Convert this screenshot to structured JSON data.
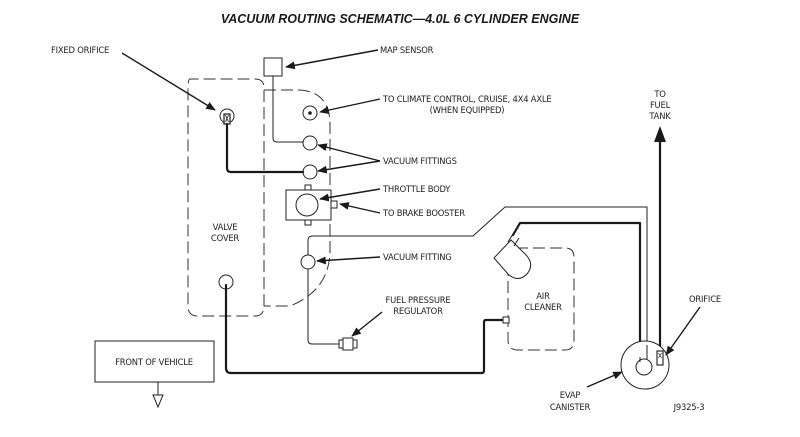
{
  "title": "VACUUM ROUTING SCHEMATIC—4.0L 6 CYLINDER ENGINE",
  "figure_id": "J9325-3",
  "labels": {
    "fixed_orifice": "FIXED ORIFICE",
    "map_sensor": "MAP SENSOR",
    "climate_line1": "TO CLIMATE CONTROL, CRUISE, 4X4 AXLE",
    "climate_line2": "(WHEN EQUIPPED)",
    "vacuum_fittings": "VACUUM FITTINGS",
    "throttle_body": "THROTTLE BODY",
    "brake_booster": "TO BRAKE BOOSTER",
    "vacuum_fitting": "VACUUM FITTING",
    "valve_cover_line1": "VALVE",
    "valve_cover_line2": "COVER",
    "fuel_pressure_line1": "FUEL PRESSURE",
    "fuel_pressure_line2": "REGULATOR",
    "air_cleaner_line1": "AIR",
    "air_cleaner_line2": "CLEANER",
    "fuel_tank_line1": "TO",
    "fuel_tank_line2": "FUEL",
    "fuel_tank_line3": "TANK",
    "orifice": "ORIFICE",
    "evap_line1": "EVAP",
    "evap_line2": "CANISTER",
    "front_of_vehicle": "FRONT OF VEHICLE"
  }
}
